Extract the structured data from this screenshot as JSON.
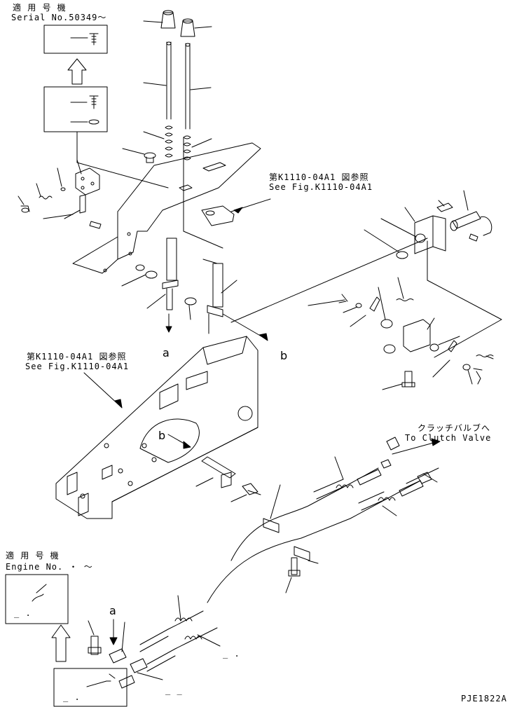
{
  "serial_note": {
    "jp": "適 用 号 機",
    "en": "Serial No.50349～"
  },
  "engine_note": {
    "jp": "適 用 号 機",
    "en": "Engine No.  ・  ～"
  },
  "fig_ref_upper": {
    "jp": "第K1110-04A1 図参照",
    "en": "See Fig.K1110-04A1"
  },
  "fig_ref_lower": {
    "jp": "第K1110-04A1 図参照",
    "en": "See Fig.K1110-04A1"
  },
  "clutch_note": {
    "jp": "クラッチバルブへ",
    "en": "To Clutch Valve"
  },
  "callouts": {
    "a_upper": "a",
    "a_lower": "a",
    "b_right": "b",
    "b_frame": "b"
  },
  "inset_dashes": {
    "engine_box": "_ .",
    "bottom_box": "_  .",
    "cable_mid": "_  .",
    "cable_low": "_ _"
  },
  "drawing_code": "PJE1822A",
  "colors": {
    "line": "#000000",
    "background": "#ffffff"
  }
}
